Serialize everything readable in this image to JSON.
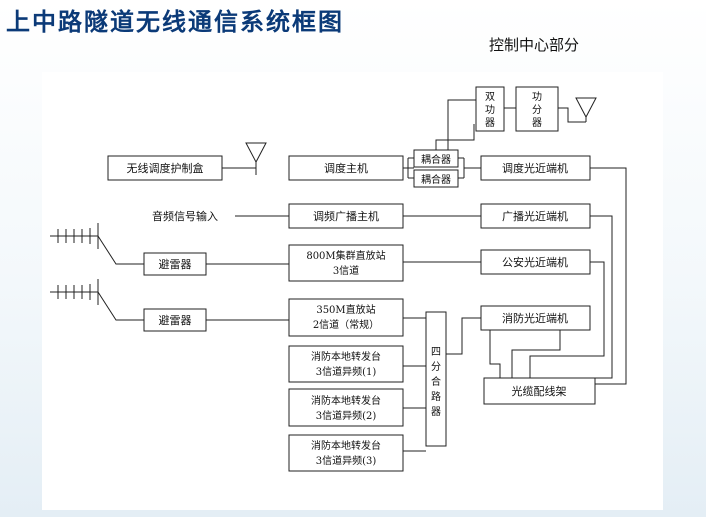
{
  "header": {
    "title": "上中路隧道无线通信系统框图",
    "subtitle": "控制中心部分"
  },
  "diagram": {
    "nodes": {
      "dual_amp": [
        "双",
        "功",
        "器"
      ],
      "power_div": [
        "功",
        "分",
        "器"
      ],
      "wireless_box": "无线调度护制盒",
      "dispatch_host": "调度主机",
      "coupler_1": "耦合器",
      "coupler_2": "耦合器",
      "dispatch_fiber": "调度光近端机",
      "audio_input": "音频信号输入",
      "fm_host": "调频广播主机",
      "broadcast_fiber": "广播光近端机",
      "lightning_1": "避雷器",
      "repeater_800": [
        "800M集群直放站",
        "3信道"
      ],
      "police_fiber": "公安光近端机",
      "lightning_2": "避雷器",
      "repeater_350": [
        "350M直放站",
        "2信道（常规）"
      ],
      "fire_fiber": "消防光近端机",
      "combiner": [
        "四",
        "分",
        "合",
        "路",
        "器"
      ],
      "fire_local_1": [
        "消防本地转发台",
        "3信道异频(1)"
      ],
      "fire_local_2": [
        "消防本地转发台",
        "3信道异频(2)"
      ],
      "fire_local_3": [
        "消防本地转发台",
        "3信道异频(3)"
      ],
      "odf": "光缆配线架"
    }
  }
}
